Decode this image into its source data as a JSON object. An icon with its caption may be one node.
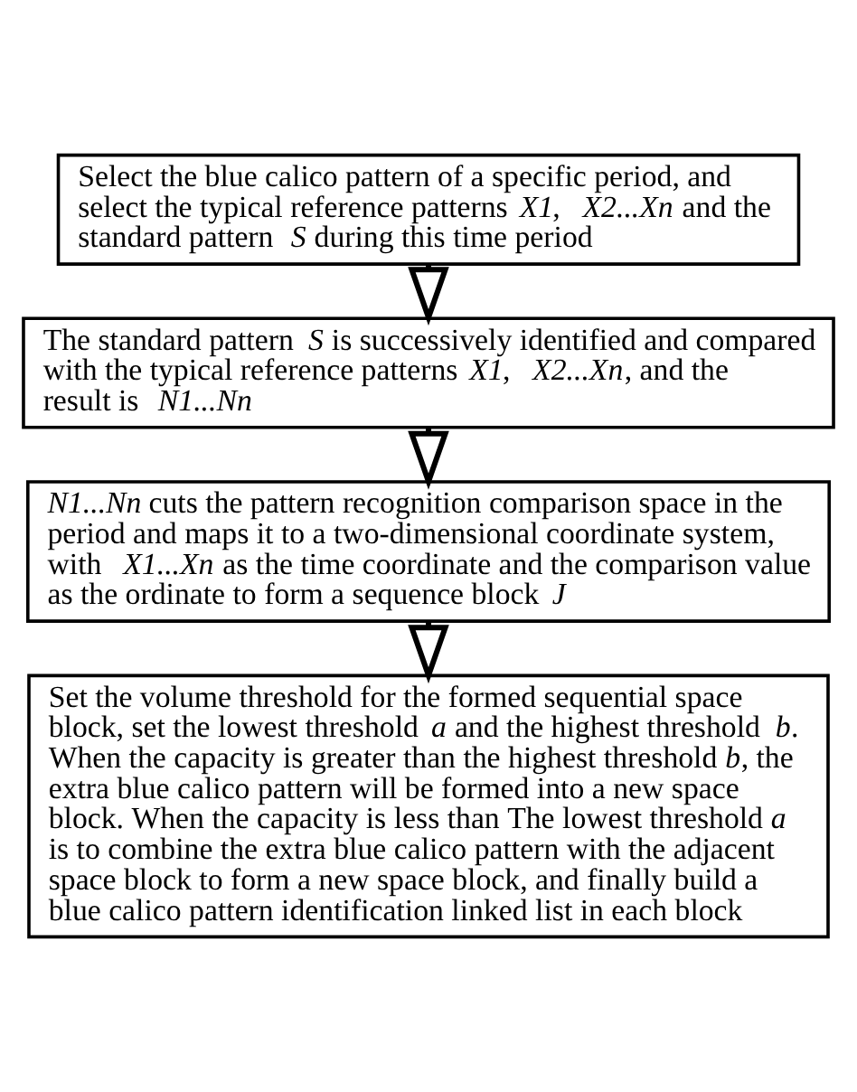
{
  "diagram": {
    "nodes": [
      {
        "text": [
          "Select the blue calico pattern of a specific period, and select the typical reference patterns *X1*, *X2...Xn* and the standard pattern *S* during this time period"
        ]
      },
      {
        "text": [
          "The standard pattern *S* is successively identified and compared with the typical reference patterns *X1*, *X2...Xn*, and the result is *N1...Nn*"
        ]
      },
      {
        "text": [
          "*N1...Nn* cuts the pattern recognition comparison space in the period and maps it to a two-dimensional coordinate system, with *X1...Xn* as the time coordinate and the comparison value as the ordinate to form a sequence block *J*"
        ]
      },
      {
        "text": [
          "Set the volume threshold for the formed sequential space block, set the lowest threshold *a* and the highest threshold *b*. When the capacity is greater than the highest threshold *b*, the extra blue calico pattern will be formed into a new space block. When the capacity is less than The lowest threshold *a* is to combine the extra blue calico pattern with the adjacent space block to form a new space block, and finally build a blue calico pattern identification linked list in each block"
        ]
      }
    ],
    "edges": [
      {
        "from": 0,
        "to": 1,
        "arrow": "to"
      },
      {
        "from": 1,
        "to": 2,
        "arrow": "to"
      },
      {
        "from": 2,
        "to": 3,
        "arrow": "to"
      }
    ]
  }
}
